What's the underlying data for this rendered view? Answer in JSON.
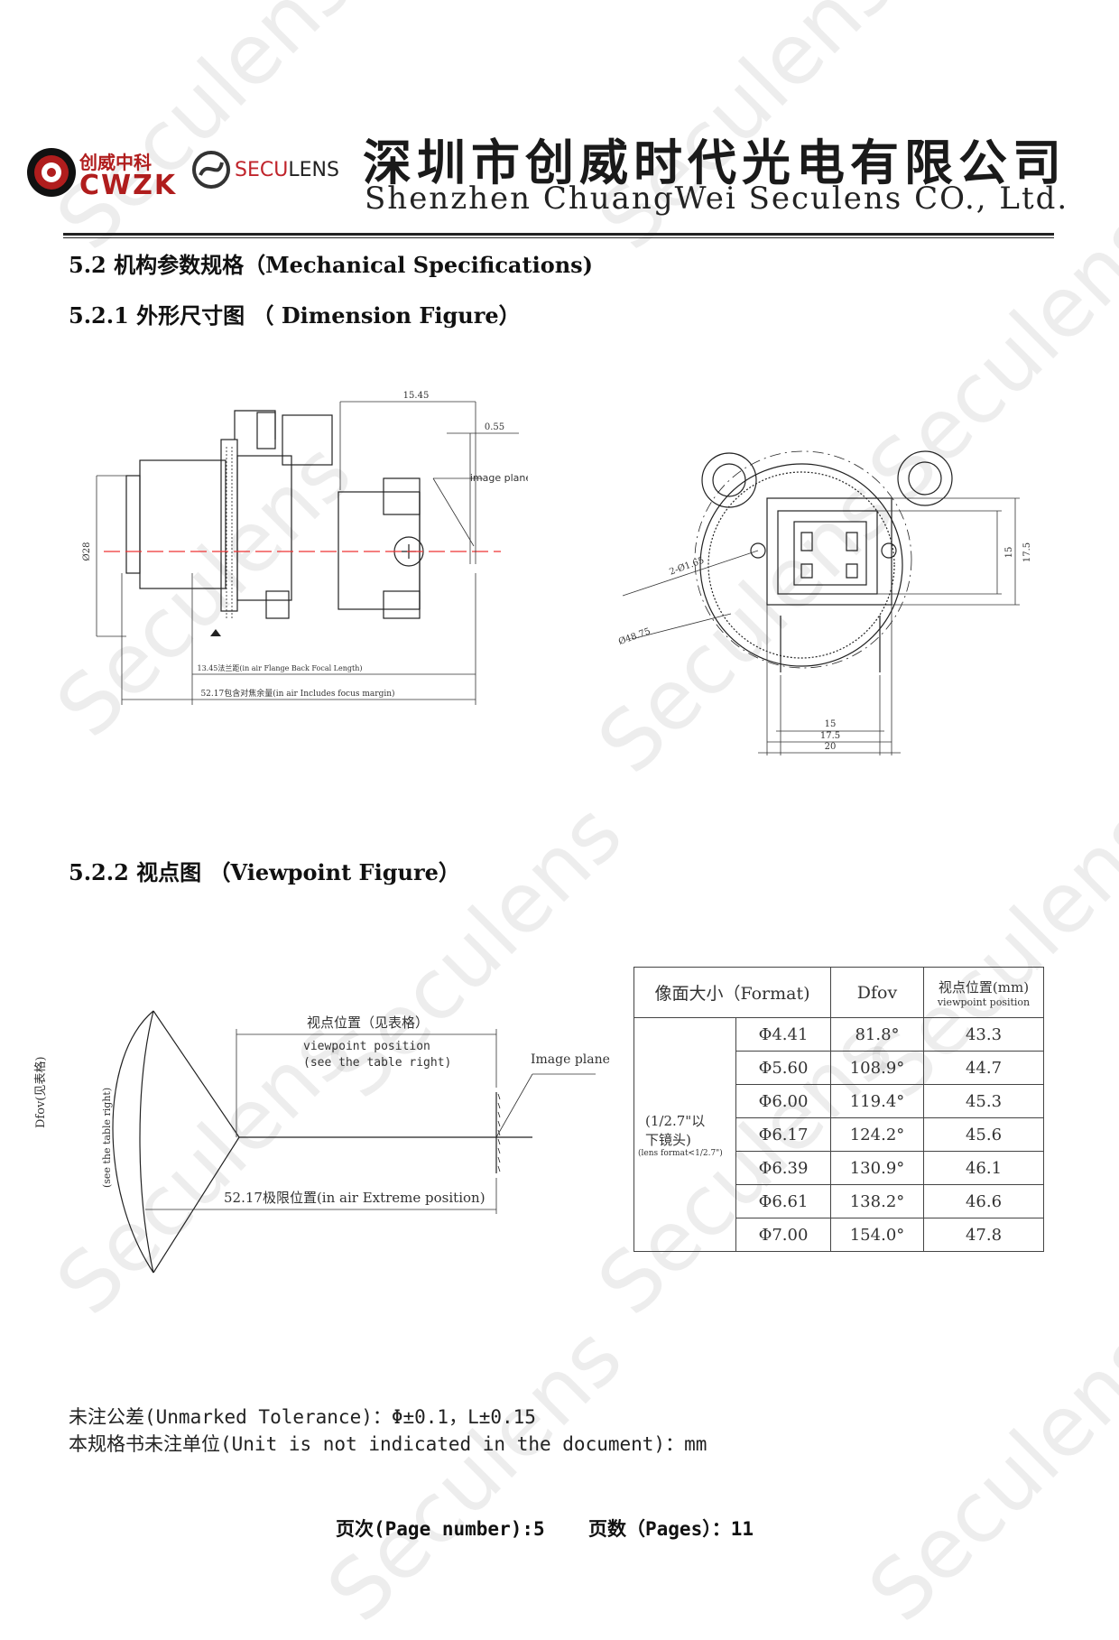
{
  "watermark": "Seculens",
  "header": {
    "logo_cn": "创威中科",
    "logo_en": "CWZK",
    "seculens_prefix": "SECU",
    "seculens_suffix": "LENS",
    "company_cn": "深圳市创威时代光电有限公司",
    "company_en": "Shenzhen ChuangWei Seculens CO., Ltd."
  },
  "sections": {
    "s52": "5.2 机构参数规格（Mechanical Specifications)",
    "s521": "5.2.1 外形尺寸图 （ Dimension Figure）",
    "s522": "5.2.2 视点图 （Viewpoint Figure）"
  },
  "dimension_figure": {
    "d1545": "15.45",
    "d055": "0.55",
    "image_plane": "image plane",
    "phi28": "Ø28",
    "flange": "13.45法兰距(in air Flange Back Focal Length)",
    "total": "52.17包含对焦余量(in air Includes focus margin)",
    "holes": "2-Ø1.65",
    "phi4875": "Ø48.75",
    "r15": "15",
    "r175": "17.5",
    "b15": "15",
    "b175": "17.5",
    "b20": "20"
  },
  "viewpoint_figure": {
    "vp_cn": "视点位置（见表格）",
    "vp_en1": "viewpoint position",
    "vp_en2": "(see the table right)",
    "image_plane": "Image plane",
    "dfov_cn": "Dfov(见表格)",
    "dfov_en": "(see the table right)",
    "extreme": "52.17极限位置(in air Extreme position)"
  },
  "table": {
    "h_format": "像面大小（Format)",
    "h_dfov": "Dfov",
    "h_vp_cn": "视点位置(mm)",
    "h_vp_en": "viewpoint position",
    "group_1": "(1/2.7\"以",
    "group_2": "下镜头)",
    "group_3": "(lens format<1/2.7\")",
    "rows": [
      {
        "format": "Φ4.41",
        "dfov": "81.8°",
        "vp": "43.3"
      },
      {
        "format": "Φ5.60",
        "dfov": "108.9°",
        "vp": "44.7"
      },
      {
        "format": "Φ6.00",
        "dfov": "119.4°",
        "vp": "45.3"
      },
      {
        "format": "Φ6.17",
        "dfov": "124.2°",
        "vp": "45.6"
      },
      {
        "format": "Φ6.39",
        "dfov": "130.9°",
        "vp": "46.1"
      },
      {
        "format": "Φ6.61",
        "dfov": "138.2°",
        "vp": "46.6"
      },
      {
        "format": "Φ7.00",
        "dfov": "154.0°",
        "vp": "47.8"
      }
    ]
  },
  "notes": {
    "tolerance": "未注公差(Unmarked Tolerance)：Φ±0.1，L±0.15",
    "unit": "本规格书未注单位(Unit is not indicated in the document)：mm"
  },
  "footer": {
    "page": "页次(Page number):5",
    "pages": "页数（Pages）：11"
  }
}
